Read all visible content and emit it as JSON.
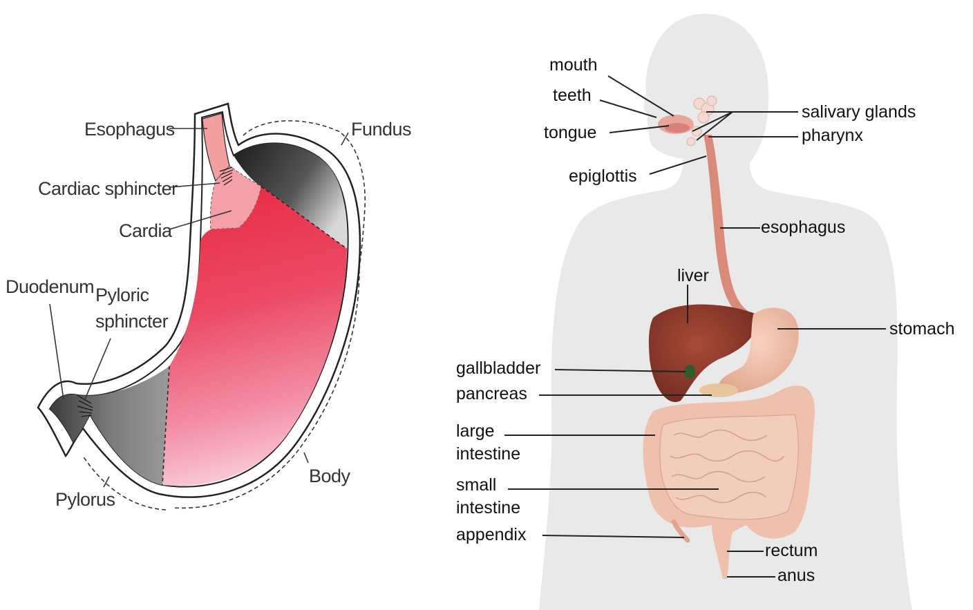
{
  "stomach_diagram": {
    "labels": {
      "esophagus": "Esophagus",
      "fundus": "Fundus",
      "cardiac_sphincter": "Cardiac sphincter",
      "cardia": "Cardia",
      "duodenum": "Duodenum",
      "pyloric_1": "Pyloric",
      "pyloric_2": "sphincter",
      "body": "Body",
      "pylorus": "Pylorus"
    },
    "colors": {
      "body_red": "#e8304a",
      "body_pink": "#f7b4c4",
      "fundus_dark": "#2a2a2a",
      "pylorus_gray": "#8a8a8a",
      "esophagus_pink": "#f4a0a0"
    }
  },
  "digestive_diagram": {
    "labels": {
      "mouth": "mouth",
      "teeth": "teeth",
      "tongue": "tongue",
      "epiglottis": "epiglottis",
      "salivary_glands": "salivary glands",
      "pharynx": "pharynx",
      "esophagus": "esophagus",
      "liver": "liver",
      "stomach": "stomach",
      "gallbladder": "gallbladder",
      "pancreas": "pancreas",
      "large_1": "large",
      "large_2": "intestine",
      "small_1": "small",
      "small_2": "intestine",
      "appendix": "appendix",
      "rectum": "rectum",
      "anus": "anus"
    },
    "colors": {
      "silhouette": "#e9e9e9",
      "liver": "#8e3a2c",
      "intestine": "#efc1ad",
      "stomach": "#f2c2aa",
      "esophagus": "#d98a78"
    }
  }
}
